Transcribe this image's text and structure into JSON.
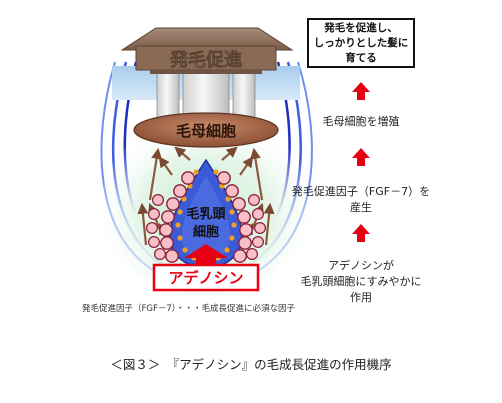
{
  "diagram": {
    "roof_label": "発毛促進",
    "bulb_label": "毛母細胞",
    "papilla_label_lines": [
      "毛乳頭",
      "細胞"
    ],
    "adenosine_label": "アデノシン",
    "fgf_note": "発毛促進因子（FGF－7）・・・毛成長促進に必須な因子",
    "result_lines": [
      "発毛を促進し、",
      "しっかりとした髪に",
      "育てる"
    ],
    "step_proliferate": "毛母細胞を増殖",
    "step_fgf_lines": [
      "発毛促進因子（FGF－7）を",
      "産生"
    ],
    "step_adenosine_lines": [
      "アデノシンが",
      "毛乳頭細胞にすみやかに",
      "作用"
    ],
    "caption": "＜図３＞　『アデノシン』の毛成長促進の作用機序",
    "colors": {
      "arrow_red": "#e60012",
      "roof_brown": "#8b6a55",
      "bulb_brown": "#a0664a",
      "papilla_blue": "#2f4fcf",
      "follicle_blue": "#1f2fbf",
      "fgf_orange": "#f0a020",
      "cell_pink": "#f7c0c6"
    }
  }
}
